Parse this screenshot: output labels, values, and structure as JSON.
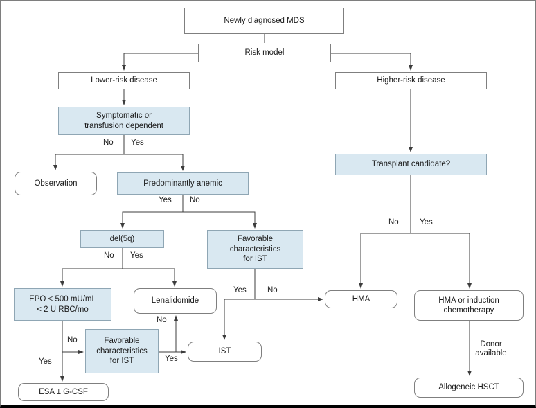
{
  "figure": {
    "type": "flowchart",
    "accent_color": "#d9e8f1",
    "line_color": "#3c3c3c",
    "nodes": {
      "newly_diagnosed": {
        "label": "Newly diagnosed MDS"
      },
      "risk_model": {
        "label": "Risk model"
      },
      "lower_risk": {
        "label": "Lower-risk disease"
      },
      "higher_risk": {
        "label": "Higher-risk disease"
      },
      "symptomatic": {
        "label": "Symptomatic or\ntransfusion dependent"
      },
      "observation": {
        "label": "Observation"
      },
      "predominantly_anemic": {
        "label": "Predominantly anemic"
      },
      "del5q": {
        "label": "del(5q)"
      },
      "favorable_ist_upper": {
        "label": "Favorable\ncharacteristics\nfor IST"
      },
      "epo": {
        "label": "EPO < 500 mU/mL\n< 2 U RBC/mo"
      },
      "lenalidomide": {
        "label": "Lenalidomide"
      },
      "favorable_ist_lower": {
        "label": "Favorable\ncharacteristics\nfor IST"
      },
      "ist": {
        "label": "IST"
      },
      "esa": {
        "label": "ESA ± G-CSF"
      },
      "transplant_candidate": {
        "label": "Transplant candidate?"
      },
      "hma": {
        "label": "HMA"
      },
      "hma_induction": {
        "label": "HMA or induction\nchemotherapy"
      },
      "allogeneic_hsct": {
        "label": "Allogeneic HSCT"
      }
    },
    "edge_labels": {
      "yes": "Yes",
      "no": "No",
      "donor_available": "Donor\navailable"
    }
  }
}
